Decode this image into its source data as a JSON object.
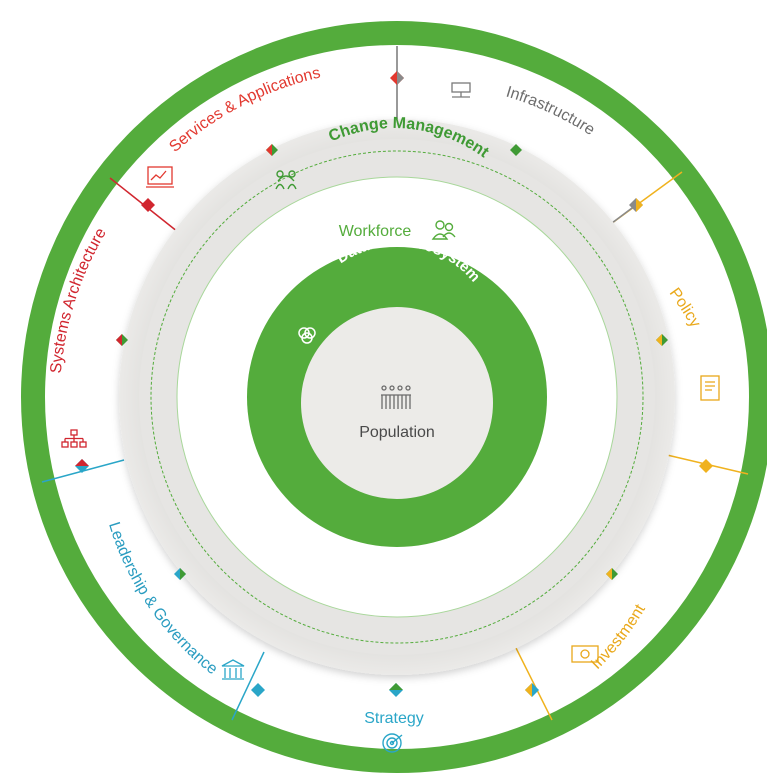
{
  "core": {
    "label": "Population",
    "icon": "people-group-icon"
  },
  "inner_ring": {
    "label": "Data Use Ecosystem",
    "icon": "venn-circles-icon"
  },
  "middle_ring": {
    "workforce_label": "Workforce",
    "workforce_icon": "users-icon",
    "change_label": "Change Management",
    "change_icon": "people-cycle-icon"
  },
  "segments": [
    {
      "key": "infrastructure",
      "label": "Infrastructure",
      "icon": "server-network-icon",
      "color": "#8a8a8a"
    },
    {
      "key": "policy",
      "label": "Policy",
      "icon": "document-icon",
      "color": "#f0b21e"
    },
    {
      "key": "investment",
      "label": "Investment",
      "icon": "money-icon",
      "color": "#f0b21e"
    },
    {
      "key": "strategy",
      "label": "Strategy",
      "icon": "target-icon",
      "color": "#2aa6c8"
    },
    {
      "key": "leadership",
      "label": "Leadership & Governance",
      "icon": "bank-building-icon",
      "color": "#2aa6c8"
    },
    {
      "key": "systems",
      "label": "Systems Architecture",
      "icon": "hierarchy-icon",
      "color": "#d1262f"
    },
    {
      "key": "services",
      "label": "Services & Applications",
      "icon": "chart-screen-icon",
      "color": "#e2382f"
    }
  ],
  "colors": {
    "green": "#54ac3c",
    "dark_green": "#3f9a34",
    "gray_ring": "#e6e5e3",
    "core_fill": "#ecebe8",
    "text_gray": "#5f5f5f",
    "line_gray": "#8a8a8a",
    "line_yellow": "#f0b21e",
    "line_blue": "#2aa6c8",
    "line_red": "#d1262f"
  }
}
